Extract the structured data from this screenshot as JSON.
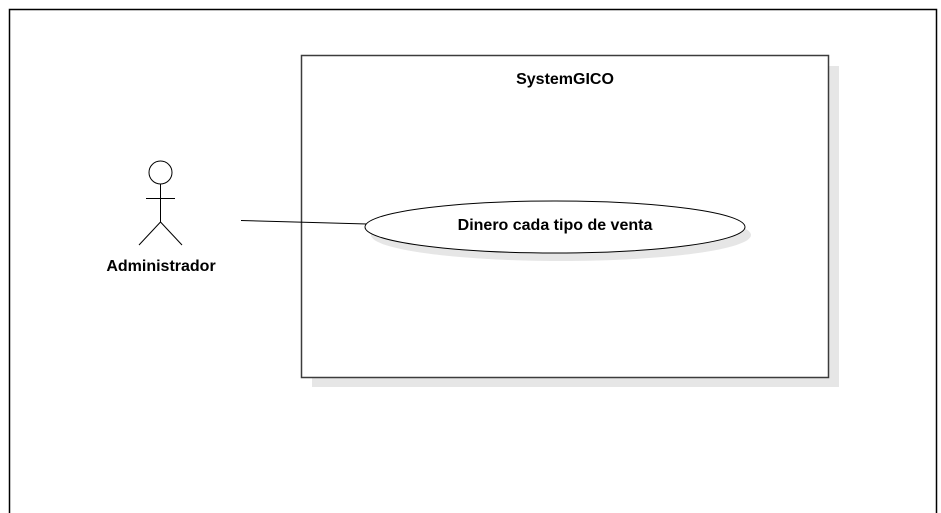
{
  "diagram": {
    "type": "uml-use-case",
    "system": {
      "name": "SystemGICO"
    },
    "actors": [
      {
        "name": "Administrador"
      }
    ],
    "use_cases": [
      {
        "name": "Dinero cada tipo de venta"
      }
    ],
    "associations": [
      {
        "from": "Administrador",
        "to": "Dinero cada tipo de venta"
      }
    ]
  }
}
